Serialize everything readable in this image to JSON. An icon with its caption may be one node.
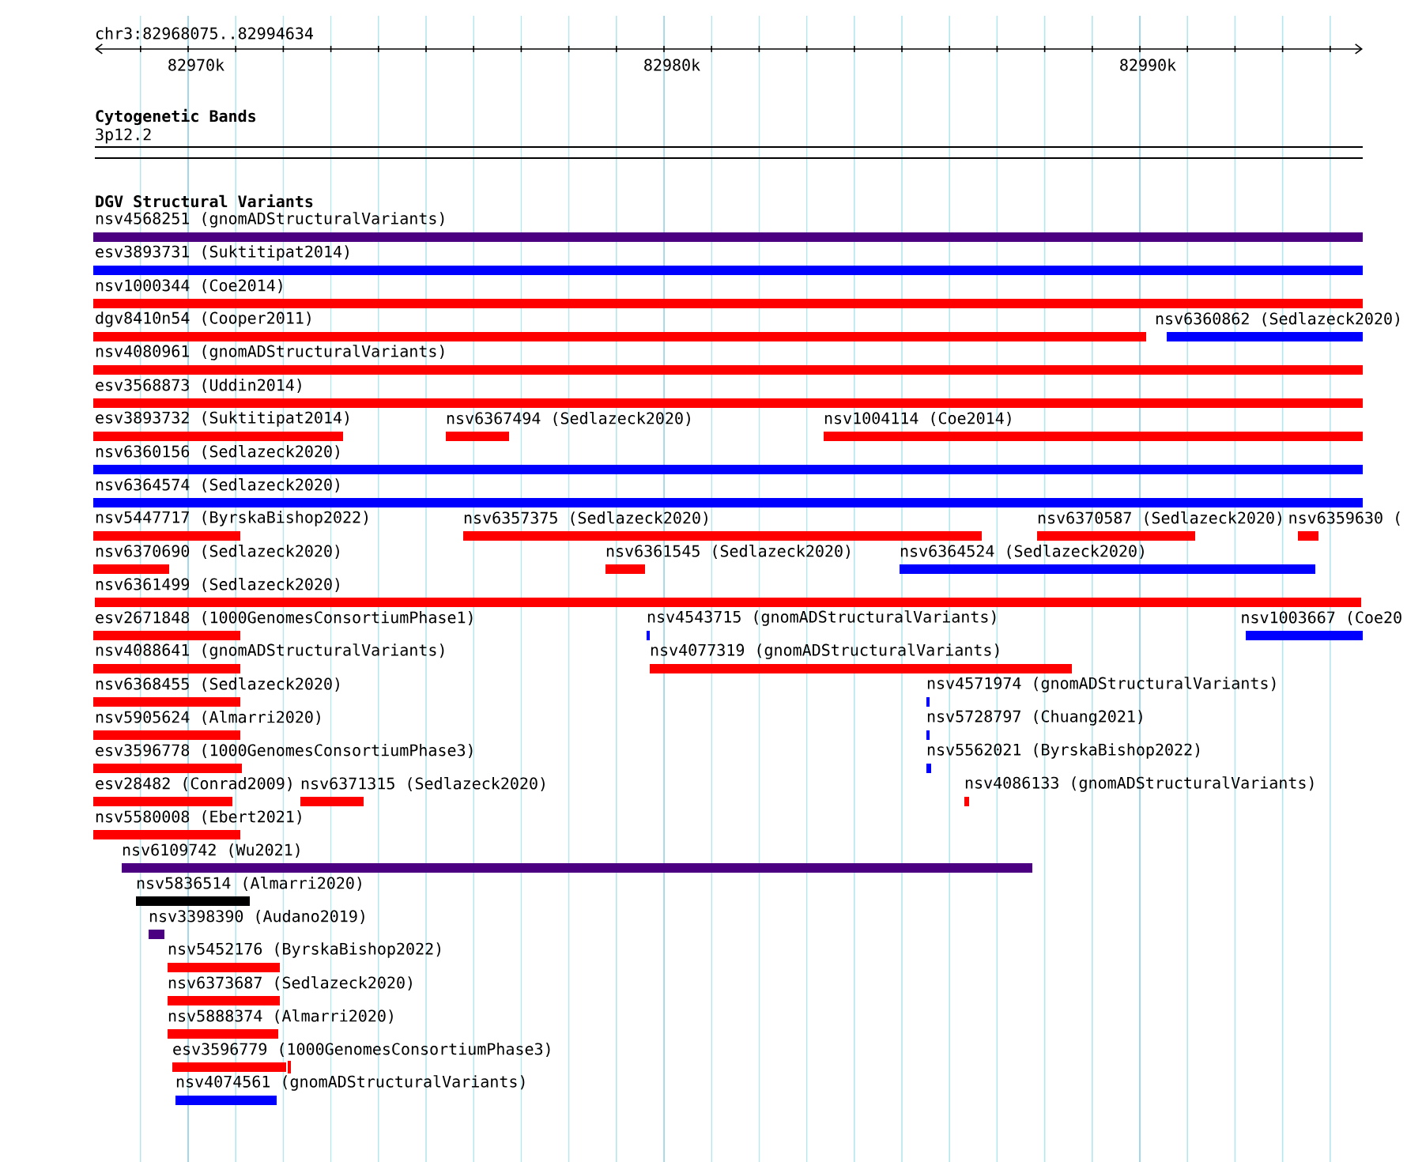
{
  "diagram": {
    "labels": [
      "chr3:82968075..82994634",
      "82970k",
      "82980k",
      "82990k",
      "Cytogenetic Bands",
      "3p12.2",
      "DGV Structural Variants",
      "nsv4568251 (gnomADStructuralVariants)",
      "esv3893731 (Suktitipat2014)",
      "nsv1000344 (Coe2014)",
      "dgv8410n54 (Cooper2011)",
      "nsv6360862 (Sedlazeck2020)",
      "nsv4080961 (gnomADStructuralVariants)",
      "esv3568873 (Uddin2014)",
      "esv3893732 (Suktitipat2014)",
      "nsv6367494 (Sedlazeck2020)",
      "nsv1004114 (Coe2014)",
      "nsv6360156 (Sedlazeck2020)",
      "nsv6364574 (Sedlazeck2020)",
      "nsv5447717 (ByrskaBishop2022)",
      "nsv6357375 (Sedlazeck2020)",
      "nsv6370587 (Sedlazeck2020)",
      "nsv6359630 (",
      "nsv6370690 (Sedlazeck2020)",
      "nsv6361545 (Sedlazeck2020)",
      "nsv6364524 (Sedlazeck2020)",
      "nsv6361499 (Sedlazeck2020)",
      "esv2671848 (1000GenomesConsortiumPhase1)",
      "nsv4543715 (gnomADStructuralVariants)",
      "nsv1003667 (Coe20",
      "nsv4088641 (gnomADStructuralVariants)",
      "nsv4077319 (gnomADStructuralVariants)",
      "nsv6368455 (Sedlazeck2020)",
      "nsv4571974 (gnomADStructuralVariants)",
      "nsv5905624 (Almarri2020)",
      "nsv5728797 (Chuang2021)",
      "esv3596778 (1000GenomesConsortiumPhase3)",
      "nsv5562021 (ByrskaBishop2022)",
      "esv28482 (Conrad2009)",
      "nsv6371315 (Sedlazeck2020)",
      "nsv4086133 (gnomADStructuralVariants)",
      "nsv5580008 (Ebert2021)",
      "nsv6109742 (Wu2021)",
      "nsv5836514 (Almarri2020)",
      "nsv3398390 (Audano2019)",
      "nsv5452176 (ByrskaBishop2022)",
      "nsv6373687 (Sedlazeck2020)",
      "nsv5888374 (Almarri2020)",
      "esv3596779 (1000GenomesConsortiumPhase3)",
      "nsv4074561 (gnomADStructuralVariants)"
    ]
  }
}
